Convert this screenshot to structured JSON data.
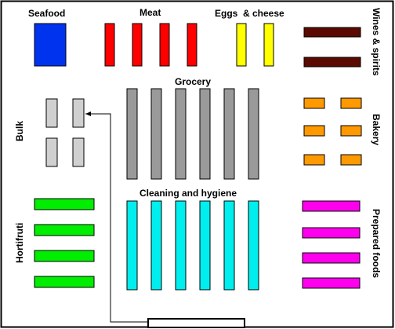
{
  "labels": {
    "seafood": "Seafood",
    "meat": "Meat",
    "eggs_cheese": "Eggs  & cheese",
    "wines_spirits": "Wines & spirits",
    "grocery": "Grocery",
    "bulk": "Bulk",
    "bakery": "Bakery",
    "cleaning": "Cleaning and hygiene",
    "hortifruti": "Hortifruti",
    "prepared_foods": "Prepared foods"
  },
  "colors": {
    "seafood": "#0033ee",
    "meat": "#ff0000",
    "eggs_cheese": "#ffff00",
    "wines_spirits": "#5a0a00",
    "grocery": "#9a9a9a",
    "bulk": "#d0d0d0",
    "bakery": "#ff9900",
    "cleaning": "#00eeee",
    "hortifruti": "#00ee00",
    "prepared_foods": "#ff00ee",
    "outline": "#000000"
  }
}
